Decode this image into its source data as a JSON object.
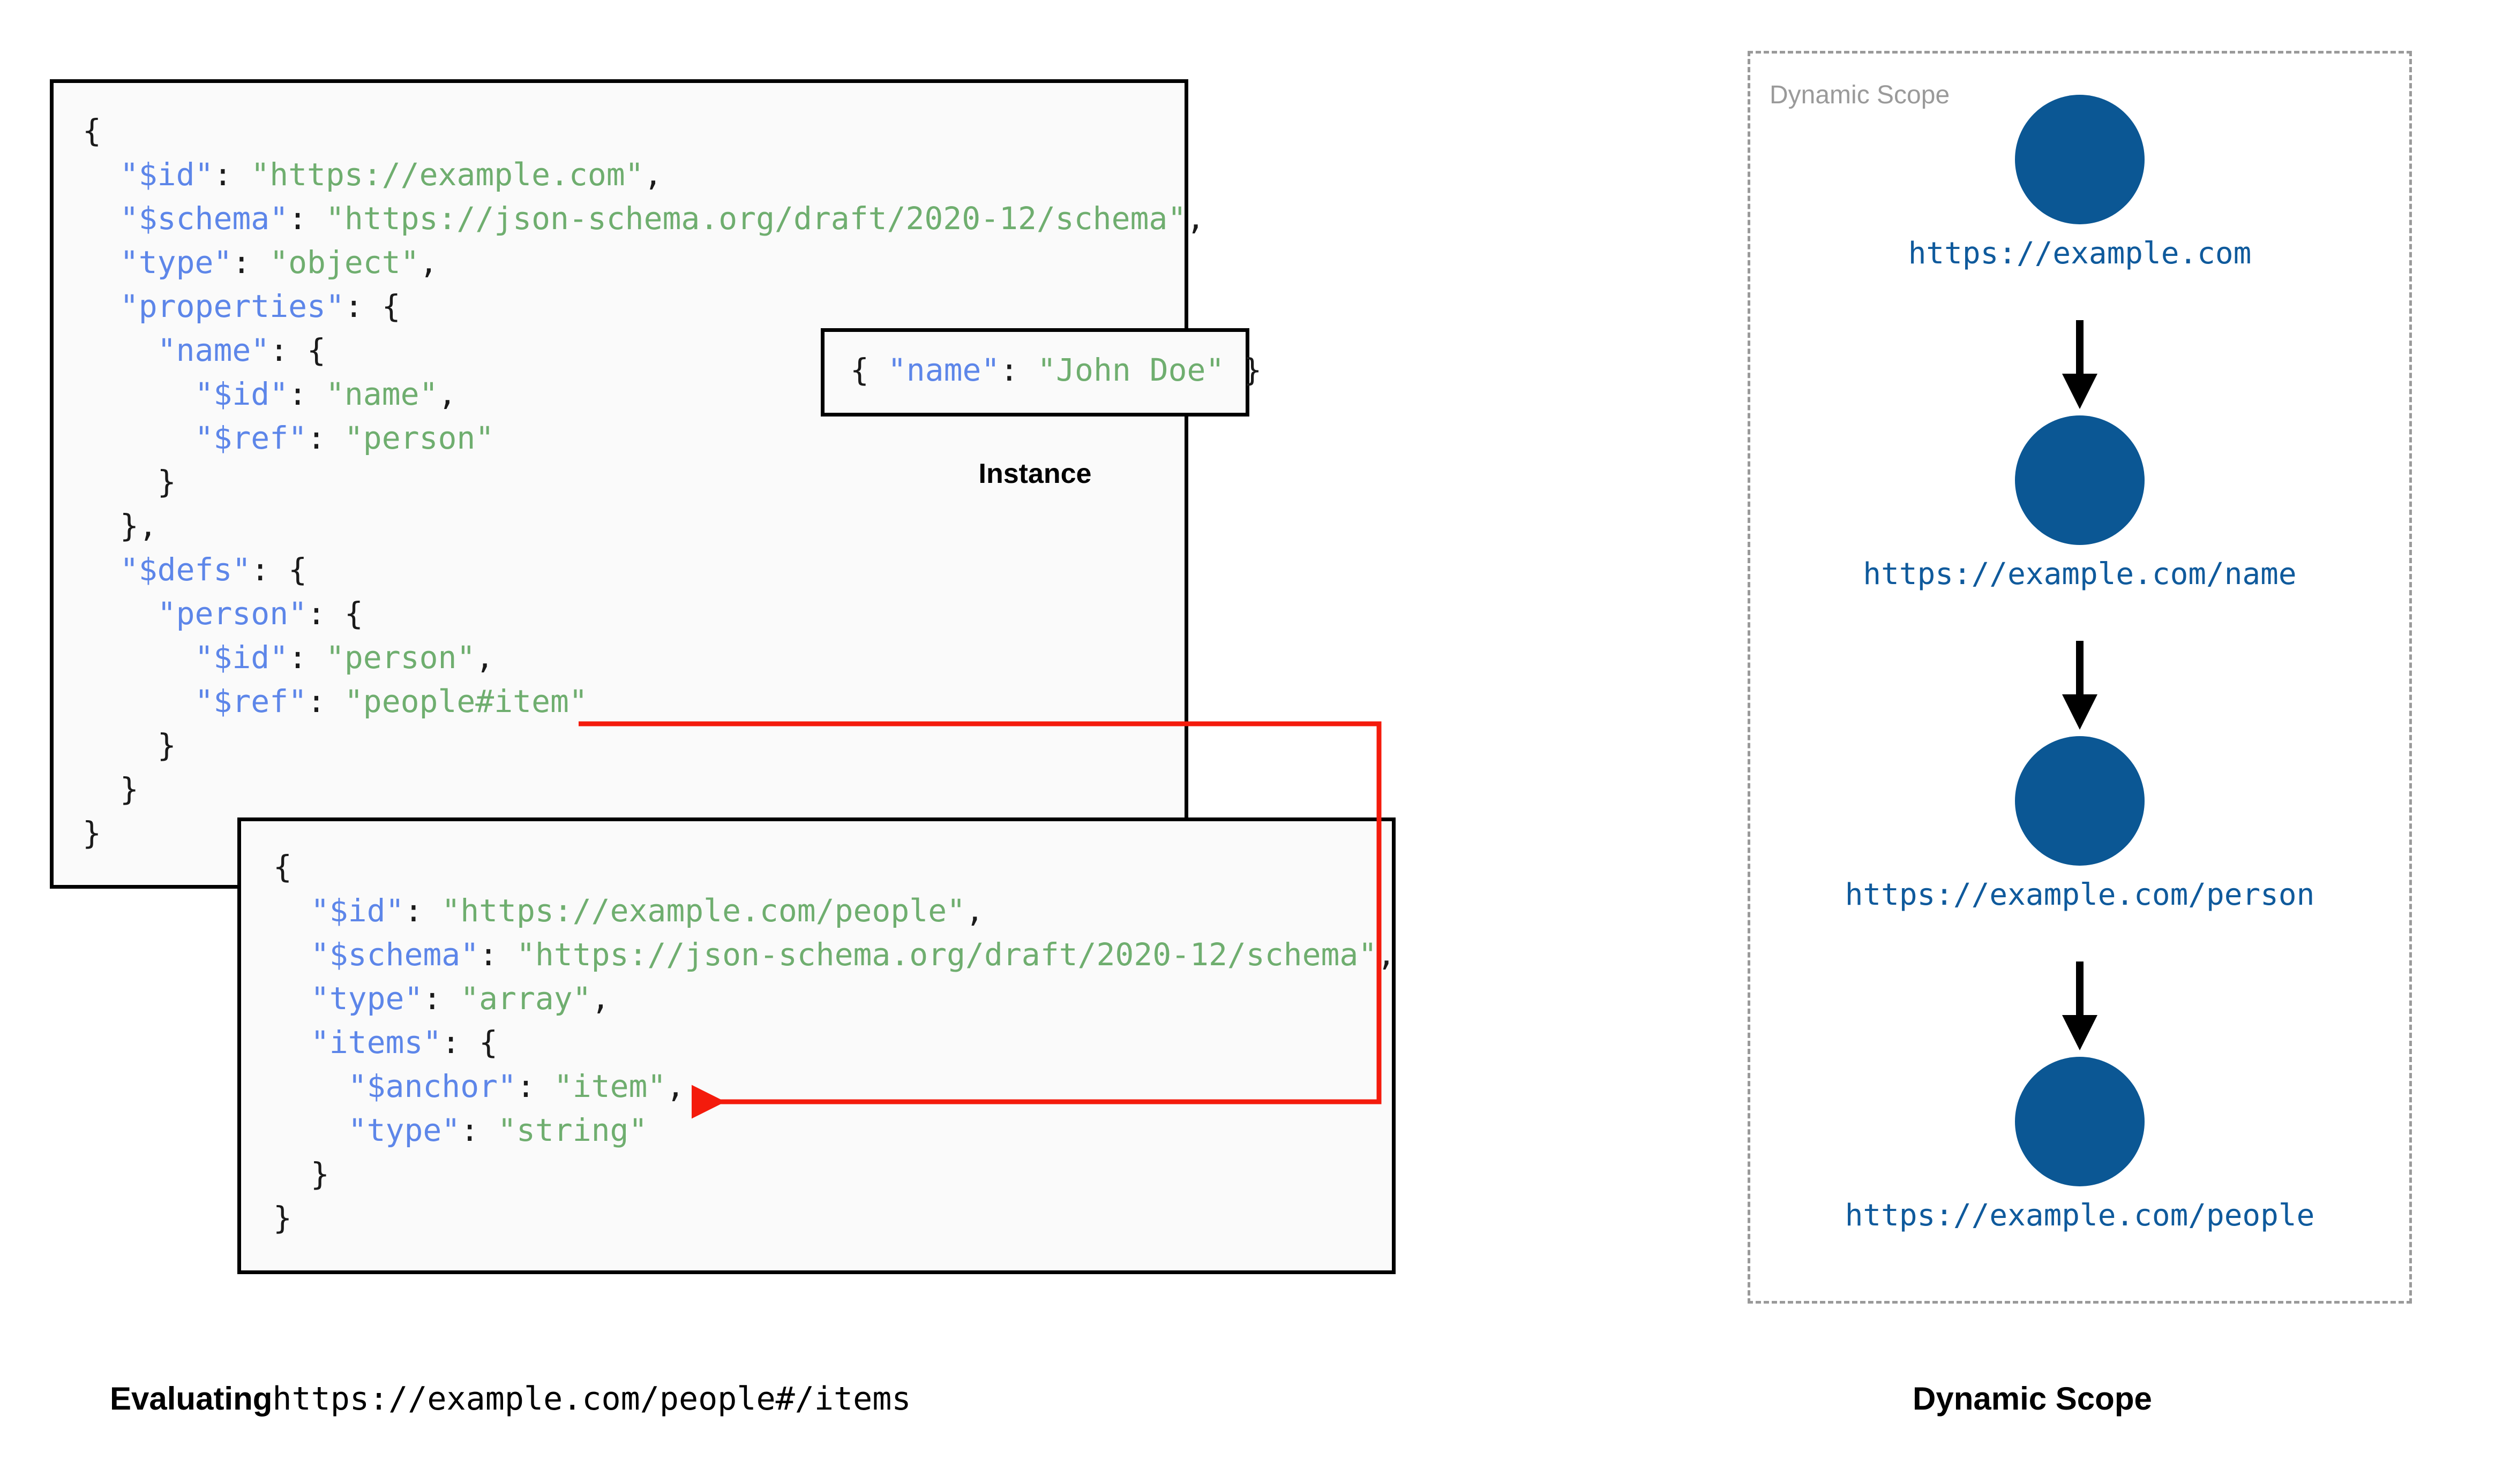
{
  "diagram": {
    "title_left": "Evaluating",
    "title_left_mono": "https://example.com/people#/items",
    "title_right": "Dynamic Scope"
  },
  "schema_root": {
    "name": "root-schema",
    "lines": [
      {
        "indent": 0,
        "tokens": [
          {
            "t": "p",
            "v": "{"
          }
        ]
      },
      {
        "indent": 1,
        "tokens": [
          {
            "t": "k",
            "v": "\"$id\""
          },
          {
            "t": "p",
            "v": ": "
          },
          {
            "t": "s",
            "v": "\"https://example.com\""
          },
          {
            "t": "p",
            "v": ","
          }
        ]
      },
      {
        "indent": 1,
        "tokens": [
          {
            "t": "k",
            "v": "\"$schema\""
          },
          {
            "t": "p",
            "v": ": "
          },
          {
            "t": "s",
            "v": "\"https://json-schema.org/draft/2020-12/schema\""
          },
          {
            "t": "p",
            "v": ","
          }
        ]
      },
      {
        "indent": 1,
        "tokens": [
          {
            "t": "k",
            "v": "\"type\""
          },
          {
            "t": "p",
            "v": ": "
          },
          {
            "t": "s",
            "v": "\"object\""
          },
          {
            "t": "p",
            "v": ","
          }
        ]
      },
      {
        "indent": 1,
        "tokens": [
          {
            "t": "k",
            "v": "\"properties\""
          },
          {
            "t": "p",
            "v": ": {"
          }
        ]
      },
      {
        "indent": 2,
        "tokens": [
          {
            "t": "k",
            "v": "\"name\""
          },
          {
            "t": "p",
            "v": ": {"
          }
        ]
      },
      {
        "indent": 3,
        "tokens": [
          {
            "t": "k",
            "v": "\"$id\""
          },
          {
            "t": "p",
            "v": ": "
          },
          {
            "t": "s",
            "v": "\"name\""
          },
          {
            "t": "p",
            "v": ","
          }
        ]
      },
      {
        "indent": 3,
        "tokens": [
          {
            "t": "k",
            "v": "\"$ref\""
          },
          {
            "t": "p",
            "v": ": "
          },
          {
            "t": "s",
            "v": "\"person\""
          }
        ]
      },
      {
        "indent": 2,
        "tokens": [
          {
            "t": "p",
            "v": "}"
          }
        ]
      },
      {
        "indent": 1,
        "tokens": [
          {
            "t": "p",
            "v": "},"
          }
        ]
      },
      {
        "indent": 1,
        "tokens": [
          {
            "t": "k",
            "v": "\"$defs\""
          },
          {
            "t": "p",
            "v": ": {"
          }
        ]
      },
      {
        "indent": 2,
        "tokens": [
          {
            "t": "k",
            "v": "\"person\""
          },
          {
            "t": "p",
            "v": ": {"
          }
        ]
      },
      {
        "indent": 3,
        "tokens": [
          {
            "t": "k",
            "v": "\"$id\""
          },
          {
            "t": "p",
            "v": ": "
          },
          {
            "t": "s",
            "v": "\"person\""
          },
          {
            "t": "p",
            "v": ","
          }
        ]
      },
      {
        "indent": 3,
        "tokens": [
          {
            "t": "k",
            "v": "\"$ref\""
          },
          {
            "t": "p",
            "v": ": "
          },
          {
            "t": "s",
            "v": "\"people#item\""
          }
        ]
      },
      {
        "indent": 2,
        "tokens": [
          {
            "t": "p",
            "v": "}"
          }
        ]
      },
      {
        "indent": 1,
        "tokens": [
          {
            "t": "p",
            "v": "}"
          }
        ]
      },
      {
        "indent": 0,
        "tokens": [
          {
            "t": "p",
            "v": "}"
          }
        ]
      }
    ]
  },
  "instance": {
    "caption": "Instance",
    "lines": [
      {
        "indent": 0,
        "tokens": [
          {
            "t": "p",
            "v": "{ "
          },
          {
            "t": "k",
            "v": "\"name\""
          },
          {
            "t": "p",
            "v": ": "
          },
          {
            "t": "s",
            "v": "\"John Doe\""
          },
          {
            "t": "p",
            "v": " }"
          }
        ]
      }
    ]
  },
  "schema_people": {
    "name": "people-schema",
    "lines": [
      {
        "indent": 0,
        "tokens": [
          {
            "t": "p",
            "v": "{"
          }
        ]
      },
      {
        "indent": 1,
        "tokens": [
          {
            "t": "k",
            "v": "\"$id\""
          },
          {
            "t": "p",
            "v": ": "
          },
          {
            "t": "s",
            "v": "\"https://example.com/people\""
          },
          {
            "t": "p",
            "v": ","
          }
        ]
      },
      {
        "indent": 1,
        "tokens": [
          {
            "t": "k",
            "v": "\"$schema\""
          },
          {
            "t": "p",
            "v": ": "
          },
          {
            "t": "s",
            "v": "\"https://json-schema.org/draft/2020-12/schema\""
          },
          {
            "t": "p",
            "v": ","
          }
        ]
      },
      {
        "indent": 1,
        "tokens": [
          {
            "t": "k",
            "v": "\"type\""
          },
          {
            "t": "p",
            "v": ": "
          },
          {
            "t": "s",
            "v": "\"array\""
          },
          {
            "t": "p",
            "v": ","
          }
        ]
      },
      {
        "indent": 1,
        "tokens": [
          {
            "t": "k",
            "v": "\"items\""
          },
          {
            "t": "p",
            "v": ": {"
          }
        ]
      },
      {
        "indent": 2,
        "tokens": [
          {
            "t": "k",
            "v": "\"$anchor\""
          },
          {
            "t": "p",
            "v": ": "
          },
          {
            "t": "s",
            "v": "\"item\""
          },
          {
            "t": "p",
            "v": ","
          }
        ]
      },
      {
        "indent": 2,
        "tokens": [
          {
            "t": "k",
            "v": "\"type\""
          },
          {
            "t": "p",
            "v": ": "
          },
          {
            "t": "s",
            "v": "\"string\""
          }
        ]
      },
      {
        "indent": 1,
        "tokens": [
          {
            "t": "p",
            "v": "}"
          }
        ]
      },
      {
        "indent": 0,
        "tokens": [
          {
            "t": "p",
            "v": "}"
          }
        ]
      }
    ]
  },
  "ref_arrow": {
    "from_label": "\"people#item\"",
    "to_label": "\"$anchor\": \"item\"",
    "color": "#f41b0c"
  },
  "dynamic_scope": {
    "label": "Dynamic Scope",
    "border_color": "#9a9a9a",
    "node_color": "#0b5794",
    "url_color": "#0f5a9c",
    "nodes": [
      {
        "url": "https://example.com"
      },
      {
        "url": "https://example.com/name"
      },
      {
        "url": "https://example.com/person"
      },
      {
        "url": "https://example.com/people"
      }
    ]
  },
  "colors": {
    "key": "#5d86e9",
    "string": "#6fae6f",
    "punct": "#1a1a1a",
    "box_border": "#000000",
    "box_fill": "#fafafa",
    "arrow_red": "#f41b0c"
  }
}
